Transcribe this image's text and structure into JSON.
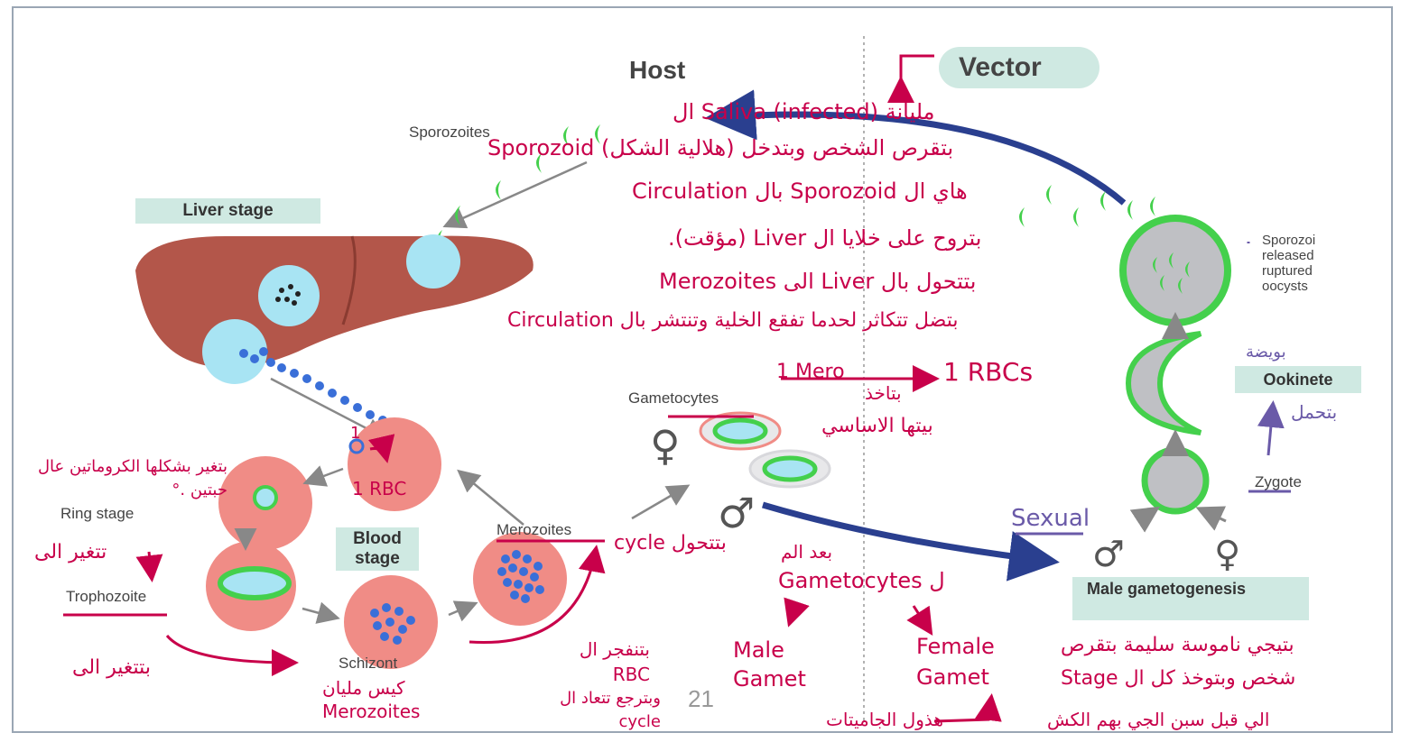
{
  "printed": {
    "host": "Host",
    "vector": "Vector",
    "sporozoites": "Sporozoites",
    "liver_stage": "Liver stage",
    "blood_stage": "Blood stage",
    "ring_stage": "Ring stage",
    "trophozoite": "Trophozoite",
    "schizont": "Schizont",
    "merozoites": "Merozoites",
    "gametocytes": "Gametocytes",
    "male_gametogenesis": "Male gametogenesis",
    "zygote": "Zygote",
    "ookinete": "Ookinete",
    "oocyst_note": "Sporozoi released ruptured oocysts",
    "page_number": "21"
  },
  "notes": {
    "saliva_line": "ال Saliva (infected) مليانة",
    "sporozoid_line": "Sporozoid (هلالية الشكل) بتقرص الشخص وبتدخل",
    "circulation_line": "هاي ال Sporozoid بال Circulation",
    "liver_line": "بتروح على خلايا ال Liver (مؤقت).",
    "merozoites_line": "بتتحول بال Liver الى Merozoites",
    "rupture_line": "بتضل تتكاثر لحدما تفقع الخلية وتنتشر بال Circulation",
    "mero_left": "1 Mero",
    "mero_right": "1 RBCs",
    "betakhtar": "بتاخذ",
    "bait": "بيتها الاساسي",
    "ring_note": "بتغير بشكلها الكروماتين عال حبتين .°",
    "one": "1",
    "one_rbc": "1 RBC",
    "tataghayar": "تتغير الى",
    "tataghayar2": "بتتغير الى",
    "cycle": "cycle بتتحول",
    "kees": "كيس مليان Merozoites",
    "rupture_rbc": "بتنفجر ال RBC",
    "restart": "وبترجع تتعاد ال cycle",
    "baed": "بعد الم",
    "gametocytes_l": "Gametocytes ل",
    "male_gamet": "Male Gamet",
    "female_gamet": "Female Gamet",
    "sexual": "Sexual",
    "haduol": "هذول الجاميتات",
    "mosquito1": "بتيجي ناموسة سليمة بتقرص",
    "mosquito2": "شخص وبتوخذ كل ال Stage",
    "mosquito3": "الي قبل سبن الجي بهم الكش",
    "ookinete_note": "بويضة",
    "tahmil": "بتحمل"
  },
  "colors": {
    "ink_red": "#c8004a",
    "ink_purple": "#6a5aa8",
    "arrow_navy": "#2a3f8f",
    "label_box": "#cfe9e2",
    "parasite_green": "#44d04c",
    "merozoite_blue": "#3a6fd8",
    "rbc_pink": "#f08c86",
    "liver_brown": "#b3564a"
  }
}
